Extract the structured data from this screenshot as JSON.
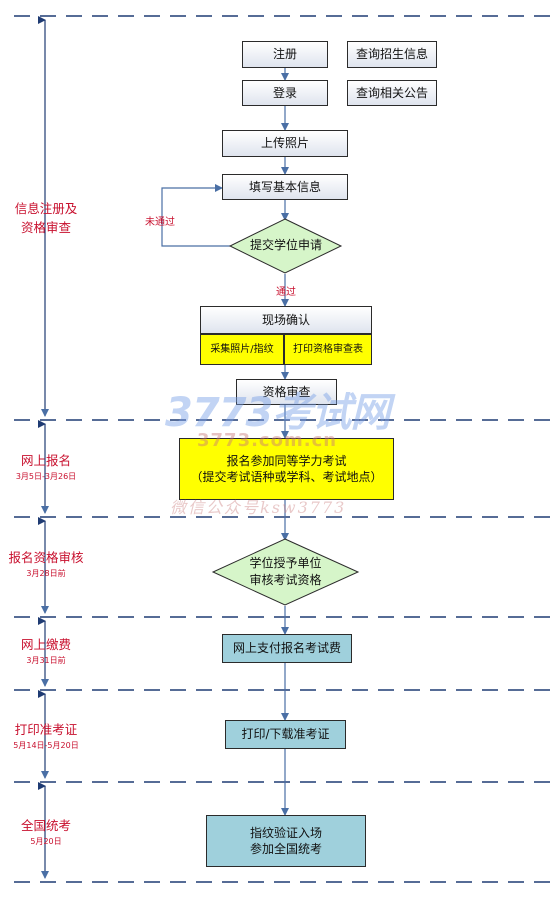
{
  "stages": [
    {
      "title": "信息注册及\n资格审查",
      "date": ""
    },
    {
      "title": "网上报名",
      "date": "3月5日-3月26日"
    },
    {
      "title": "报名资格审核",
      "date": "3月28日前"
    },
    {
      "title": "网上缴费",
      "date": "3月31日前"
    },
    {
      "title": "打印准考证",
      "date": "5月14日-5月20日"
    },
    {
      "title": "全国统考",
      "date": "5月20日"
    }
  ],
  "nodes": {
    "register": "注册",
    "query_admission": "查询招生信息",
    "login": "登录",
    "query_notice": "查询相关公告",
    "upload_photo": "上传照片",
    "fill_info": "填写基本信息",
    "submit_degree": "提交学位申请",
    "onsite_confirm": "现场确认",
    "collect_photo": "采集照片/指纹",
    "print_form": "打印资格审查表",
    "qualification_review": "资格审查",
    "signup_line1": "报名参加同等学力考试",
    "signup_line2": "（提交考试语种或学科、考试地点）",
    "unit_review_line1": "学位授予单位",
    "unit_review_line2": "审核考试资格",
    "pay_fee": "网上支付报名考试费",
    "print_ticket": "打印/下载准考证",
    "final_line1": "指纹验证入场",
    "final_line2": "参加全国统考"
  },
  "labels": {
    "fail": "未通过",
    "pass": "通过"
  },
  "watermark": {
    "brand": "3773考试网",
    "url": "3773.com.cn",
    "wechat": "微信公众号ksw3773"
  },
  "colors": {
    "stage_text": "#c8102e",
    "dashed_line": "#1f3b73",
    "arrow": "#4a6fa5",
    "diamond_fill": "#d6f5c9",
    "yellow_fill": "#ffff00",
    "blue_fill": "#9fd0dc"
  }
}
